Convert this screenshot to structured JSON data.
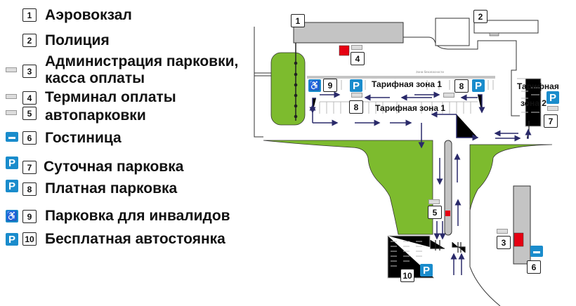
{
  "legend": [
    {
      "num": "1",
      "label": "Аэровокзал"
    },
    {
      "num": "2",
      "label": "Полиция"
    },
    {
      "num": "3",
      "label": "Администрация парковки,",
      "label2": "касса оплаты",
      "icon": "payment-sign-icon"
    },
    {
      "num": "4",
      "label": "Терминал оплаты",
      "icon": "payment-sign-icon"
    },
    {
      "num": "5",
      "label": "автопарковки",
      "icon": "payment-sign-icon"
    },
    {
      "num": "6",
      "label": "Гостиница",
      "icon": "hotel-bed-icon"
    },
    {
      "num": "7",
      "label": "Суточная парковка",
      "icon": "parking-p-icon"
    },
    {
      "num": "8",
      "label": "Платная парковка",
      "icon": "parking-p-icon"
    },
    {
      "num": "9",
      "label": "Парковка для инвалидов",
      "icon": "wheelchair-icon"
    },
    {
      "num": "10",
      "label": "Бесплатная автостоянка",
      "icon": "parking-p-icon"
    }
  ],
  "map": {
    "safety_zone": "Зона безопасности",
    "zone1_top": "Тарифная зона 1",
    "zone1_bottom": "Тарифная зона 1",
    "zone2_line1": "Тарифная",
    "zone2_line2": "зона 2",
    "p": "P",
    "markers": [
      "1",
      "2",
      "3",
      "4",
      "5",
      "6",
      "7",
      "8",
      "8",
      "9",
      "10"
    ]
  },
  "colors": {
    "green": "#7dbb2e",
    "parking_blue": "#1a8ccc",
    "building_gray": "#c4c4c4",
    "terminal_red": "#e60012",
    "arrow": "#2a2a6a"
  }
}
